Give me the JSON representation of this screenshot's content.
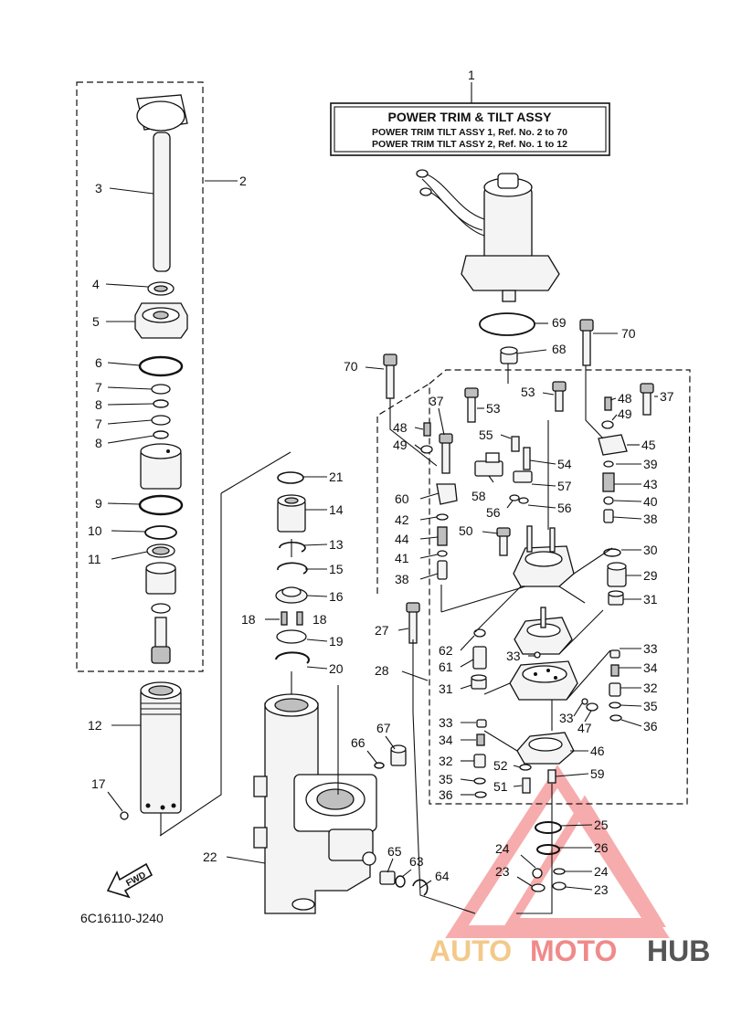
{
  "title_box": {
    "heading": "POWER TRIM & TILT ASSY",
    "line1": "POWER TRIM TILT ASSY 1,  Ref. No. 2 to 70",
    "line2": "POWER TRIM TILT ASSY 2,  Ref. No. 1 to 12"
  },
  "diagram_code": "6C16110-J240",
  "fwd_label": "FWD",
  "watermark": {
    "text_a": "AUTO",
    "text_b": "MOTO",
    "text_c": "HUB",
    "color_a": "#f3c98a",
    "color_b": "#f08a8a",
    "color_c": "#555555"
  },
  "callouts": {
    "c1": "1",
    "c2": "2",
    "c3": "3",
    "c4": "4",
    "c5": "5",
    "c6": "6",
    "c7a": "7",
    "c7b": "7",
    "c8a": "8",
    "c8b": "8",
    "c9": "9",
    "c10": "10",
    "c11": "11",
    "c12": "12",
    "c13": "13",
    "c14": "14",
    "c15": "15",
    "c16": "16",
    "c17": "17",
    "c18a": "18",
    "c18b": "18",
    "c19": "19",
    "c20": "20",
    "c21": "21",
    "c22": "22",
    "c23a": "23",
    "c23b": "23",
    "c24a": "24",
    "c24b": "24",
    "c25": "25",
    "c26": "26",
    "c27": "27",
    "c28": "28",
    "c29": "29",
    "c30": "30",
    "c31a": "31",
    "c31b": "31",
    "c32a": "32",
    "c32b": "32",
    "c33a": "33",
    "c33b": "33",
    "c33c": "33",
    "c33d": "33",
    "c34a": "34",
    "c34b": "34",
    "c35a": "35",
    "c35b": "35",
    "c36a": "36",
    "c36b": "36",
    "c37a": "37",
    "c37b": "37",
    "c38a": "38",
    "c38b": "38",
    "c39": "39",
    "c40": "40",
    "c41": "41",
    "c42": "42",
    "c43": "43",
    "c44": "44",
    "c45": "45",
    "c46": "46",
    "c47": "47",
    "c48a": "48",
    "c48b": "48",
    "c49a": "49",
    "c49b": "49",
    "c50": "50",
    "c51": "51",
    "c52": "52",
    "c53a": "53",
    "c53b": "53",
    "c54": "54",
    "c55": "55",
    "c56a": "56",
    "c56b": "56",
    "c57": "57",
    "c58": "58",
    "c59": "59",
    "c60": "60",
    "c61": "61",
    "c62": "62",
    "c63": "63",
    "c64": "64",
    "c65": "65",
    "c66": "66",
    "c67": "67",
    "c68": "68",
    "c69": "69",
    "c70a": "70",
    "c70b": "70"
  }
}
